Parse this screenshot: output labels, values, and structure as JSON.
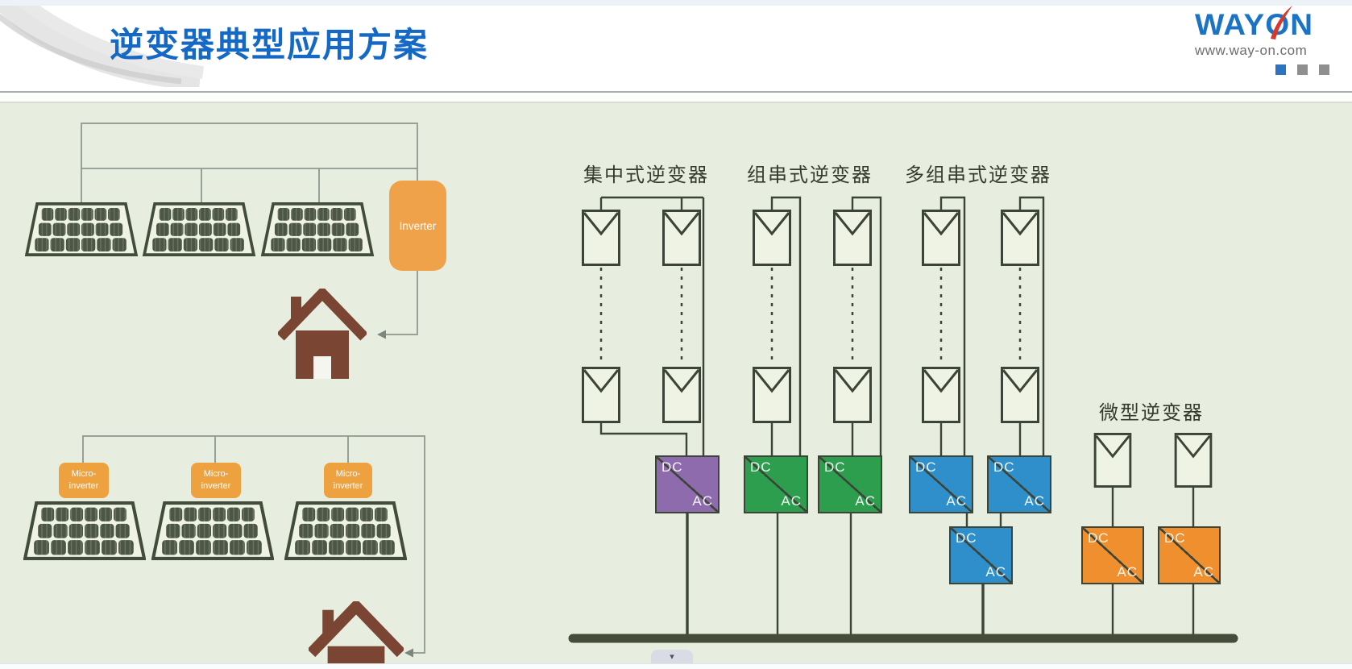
{
  "slide": {
    "title": "逆变器典型应用方案",
    "logo": {
      "brand": "WAYON",
      "website": "www.way-on.com"
    },
    "residential": {
      "inverter_label": "Inverter",
      "micro_label_line1": "Micro-",
      "micro_label_line2": "inverter"
    },
    "topologies": {
      "centralized_label": "集中式逆变器",
      "string_label": "组串式逆变器",
      "multistring_label": "多组串式逆变器",
      "micro_label": "微型逆变器",
      "converter_dc": "DC",
      "converter_ac": "AC"
    },
    "colors": {
      "background": "#e8eedf",
      "title_blue": "#1569c6",
      "logo_blue": "#1b73c5",
      "logo_red": "#d5392e",
      "centralized_converter": "#8d6bac",
      "string_converter": "#2d9e4e",
      "multistring_converter": "#2f8fca",
      "micro_converter": "#ef8f2e",
      "inverter_box_orange": "#f0a24a",
      "diagram_line": "#3b4437",
      "bus_bar": "#454d3a",
      "house_brown": "#7b4534"
    },
    "expand_tab_icon": "▾"
  }
}
